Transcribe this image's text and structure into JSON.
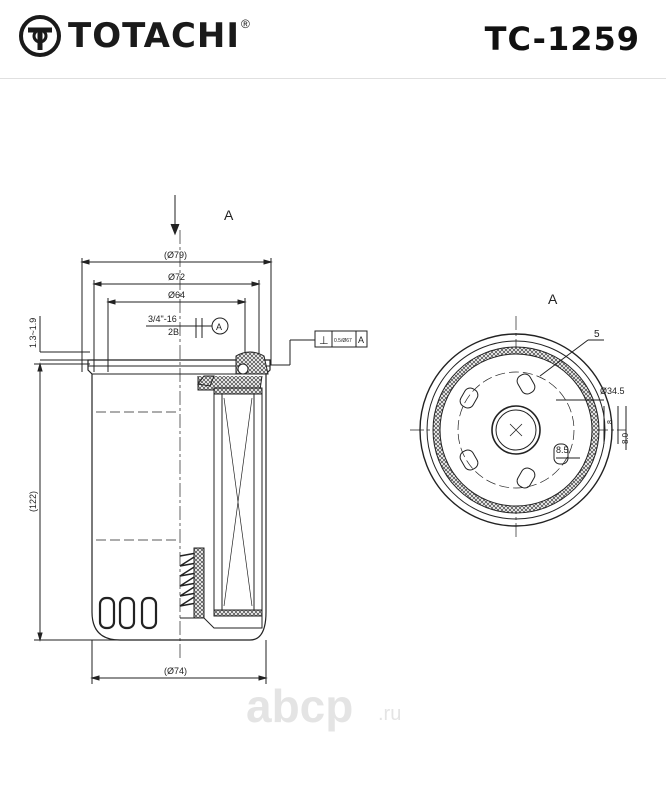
{
  "header": {
    "brand": "TOTACHI",
    "registered_mark": "®",
    "part_number": "TC-1259"
  },
  "drawing": {
    "view_arrow_label": "A",
    "view_a_label": "A",
    "dims": {
      "outer_dia": "(Ø79)",
      "gasket_od": "Ø72",
      "gasket_id": "Ø64",
      "thread": "3/4\"-16",
      "thread_class": "2B",
      "datum_ref": "A",
      "top_offset": "1.3~1.9",
      "height": "(122)",
      "bottom_dia": "(Ø74)",
      "perp_symbol": "⊥",
      "perp_tol": "0.5/Ø67",
      "perp_datum": "A",
      "slot_count": "5",
      "hole_circle": "Ø34.5",
      "slot_width": "8.5",
      "slot_a": "8",
      "slot_b": "8.0"
    }
  },
  "watermark": {
    "text": "abcp",
    "suffix": ".ru"
  }
}
